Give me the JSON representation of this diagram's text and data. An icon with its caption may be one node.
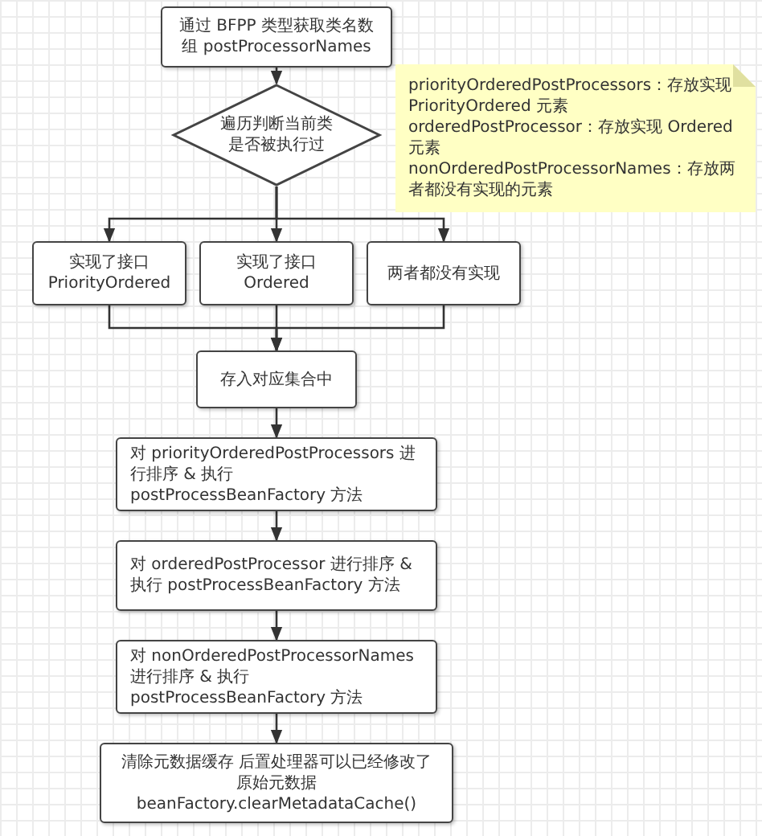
{
  "diagram": {
    "nodes": [
      {
        "text": [
          "通过 BFPP 类型获取类名数组 postProcessorNames"
        ]
      },
      {
        "text": [
          "遍历判断当前类是否被执行过"
        ]
      },
      {
        "text": [
          "priorityOrderedPostProcessors：存放实现 PriorityOrdered 元素",
          "orderedPostProcessor：存放实现 Ordered 元素",
          "nonOrderedPostProcessorNames：存放两者都没有实现的元素"
        ]
      },
      {
        "text": [
          "实现了接口 PriorityOrdered"
        ]
      },
      {
        "text": [
          "实现了接口 Ordered"
        ]
      },
      {
        "text": [
          "两者都没有实现"
        ]
      },
      {
        "text": [
          "存入对应集合中"
        ]
      },
      {
        "text": [
          "对 priorityOrderedPostProcessors 进行排序 & 执行 postProcessBeanFactory 方法"
        ]
      },
      {
        "text": [
          "对 orderedPostProcessor 进行排序 & 执行 postProcessBeanFactory 方法"
        ]
      },
      {
        "text": [
          "对 nonOrderedPostProcessorNames 进行排序 & 执行 postProcessBeanFactory 方法"
        ]
      },
      {
        "text": [
          "清除元数据缓存 后置处理器可以已经修改了原始元数据 beanFactory.clearMetadataCache()"
        ]
      }
    ],
    "edges": [
      {
        "from": 0,
        "to": 1,
        "arrow": "to"
      },
      {
        "from": 1,
        "to": 3,
        "arrow": "to"
      },
      {
        "from": 1,
        "to": 4,
        "arrow": "to"
      },
      {
        "from": 1,
        "to": 5,
        "arrow": "to"
      },
      {
        "from": 3,
        "to": 6,
        "arrow": "to"
      },
      {
        "from": 4,
        "to": 6,
        "arrow": "to"
      },
      {
        "from": 5,
        "to": 6,
        "arrow": "to"
      },
      {
        "from": 6,
        "to": 7,
        "arrow": "to"
      },
      {
        "from": 7,
        "to": 8,
        "arrow": "to"
      },
      {
        "from": 8,
        "to": 9,
        "arrow": "to"
      },
      {
        "from": 9,
        "to": 10,
        "arrow": "to"
      }
    ]
  }
}
